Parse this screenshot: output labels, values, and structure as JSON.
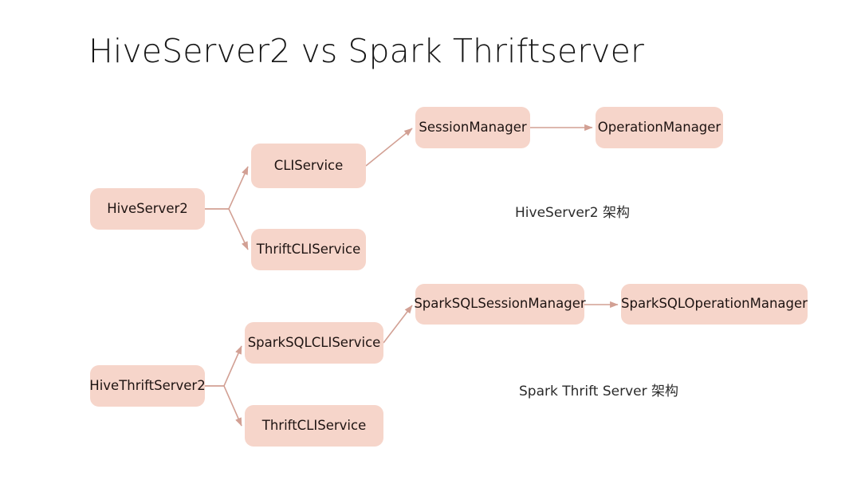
{
  "slide": {
    "title": "HiveServer2 vs Spark Thriftserver",
    "background_color": "#ffffff",
    "node_fill_color": "#f6d5ca",
    "edge_color": "#d2a094",
    "text_color": "#1e1412"
  },
  "diagrams": [
    {
      "id": "hiveserver2",
      "caption": "HiveServer2 架构",
      "nodes": [
        {
          "id": "hiveserver2",
          "label": "HiveServer2"
        },
        {
          "id": "cliservice",
          "label": "CLIService"
        },
        {
          "id": "thriftcliservice",
          "label": "ThriftCLIService"
        },
        {
          "id": "sessionmanager",
          "label": "SessionManager"
        },
        {
          "id": "operationmanager",
          "label": "OperationManager"
        }
      ],
      "edges": [
        {
          "from": "hiveserver2",
          "to": "cliservice"
        },
        {
          "from": "hiveserver2",
          "to": "thriftcliservice"
        },
        {
          "from": "cliservice",
          "to": "sessionmanager"
        },
        {
          "from": "sessionmanager",
          "to": "operationmanager"
        }
      ]
    },
    {
      "id": "spark-thrift-server",
      "caption": "Spark Thrift Server 架构",
      "nodes": [
        {
          "id": "hivethriftserver2",
          "label": "HiveThriftServer2"
        },
        {
          "id": "sparksqlcliservice",
          "label": "SparkSQLCLIService"
        },
        {
          "id": "thriftcliservice2",
          "label": "ThriftCLIService"
        },
        {
          "id": "sparksqlsessionmanager",
          "label": "SparkSQLSessionManager"
        },
        {
          "id": "sparksqloperationmanager",
          "label": "SparkSQLOperationManager"
        }
      ],
      "edges": [
        {
          "from": "hivethriftserver2",
          "to": "sparksqlcliservice"
        },
        {
          "from": "hivethriftserver2",
          "to": "thriftcliservice2"
        },
        {
          "from": "sparksqlcliservice",
          "to": "sparksqlsessionmanager"
        },
        {
          "from": "sparksqlsessionmanager",
          "to": "sparksqloperationmanager"
        }
      ]
    }
  ]
}
